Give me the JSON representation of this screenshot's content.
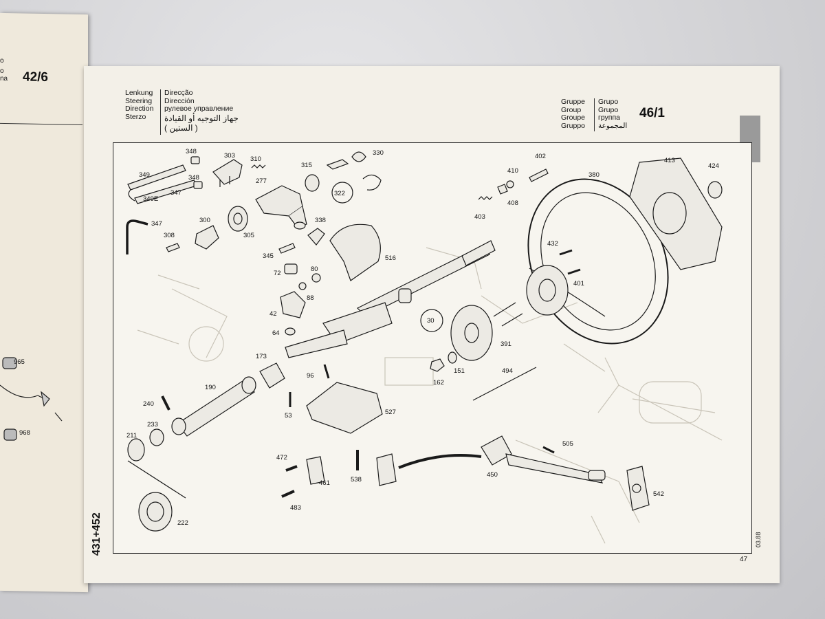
{
  "left_page": {
    "section_number": "42/6",
    "header_fragments": [
      "o",
      "o",
      "na"
    ],
    "part_labels": [
      "965",
      "968"
    ]
  },
  "header": {
    "names_left": [
      "Lenkung",
      "Steering",
      "Direction",
      "Sterzo"
    ],
    "names_right": [
      "Direcção",
      "Dirección",
      "рулевое управление",
      "جهاز التوجيه أو القيادة",
      "( الستين )"
    ],
    "group_left": [
      "Gruppe",
      "Group",
      "Groupe",
      "Gruppo"
    ],
    "group_right": [
      "Grupo",
      "Grupo",
      "группа",
      "المجموعة"
    ],
    "group_number": "46/1"
  },
  "diagram": {
    "parts": [
      "348",
      "303",
      "310",
      "277",
      "315",
      "322",
      "330",
      "402",
      "410",
      "408",
      "380",
      "413",
      "424",
      "349",
      "348",
      "349E",
      "347",
      "347",
      "300",
      "305",
      "338",
      "308",
      "345",
      "516",
      "403",
      "432",
      "401",
      "72",
      "80",
      "88",
      "42",
      "64",
      "30",
      "162",
      "151",
      "391",
      "173",
      "96",
      "53",
      "190",
      "240",
      "233",
      "211",
      "222",
      "494",
      "527",
      "505",
      "472",
      "461",
      "483",
      "538",
      "450",
      "542"
    ]
  },
  "footer": {
    "model_range": "431+452",
    "date_code": "03.88",
    "page_number": "47"
  }
}
